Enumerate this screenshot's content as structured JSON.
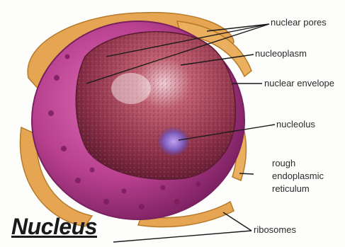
{
  "title": "Nucleus",
  "labels": {
    "nuclear_pores": "nuclear pores",
    "nucleoplasm": "nucleoplasm",
    "nuclear_envelope": "nuclear envelope",
    "nucleolus": "nucleolus",
    "rough_er": [
      "rough",
      "endoplasmic",
      "reticulum"
    ],
    "ribosomes": "ribosomes"
  },
  "colors": {
    "membrane": "#b8408f",
    "nucleoplasm": "#a04060",
    "er": "#e0a050",
    "nucleolus": "#8060c0",
    "leader_line": "#1a1a1a"
  }
}
